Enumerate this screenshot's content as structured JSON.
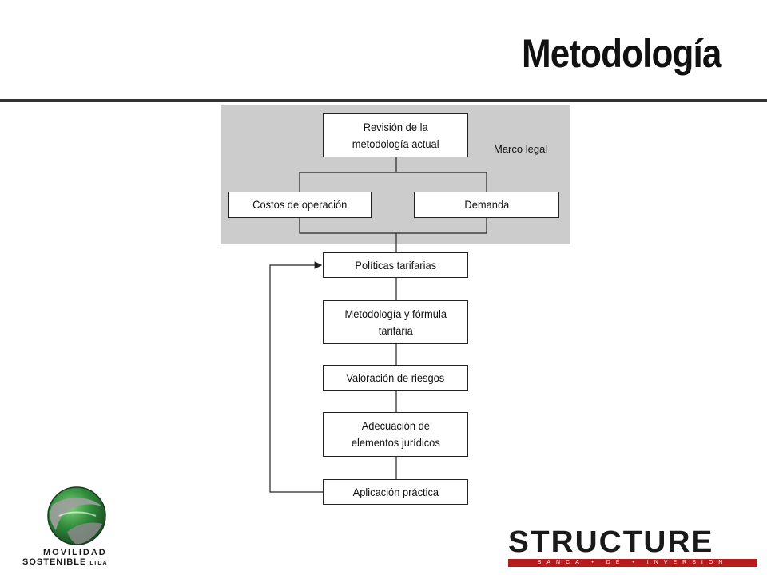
{
  "slide": {
    "title": "Metodología"
  },
  "panel": {
    "label": "Marco legal"
  },
  "nodes": {
    "revision": [
      "Revisión de la",
      "metodología actual"
    ],
    "costos": "Costos de operación",
    "demanda": "Demanda",
    "politicas": "Políticas tarifarias",
    "metodologia": [
      "Metodología y fórmula",
      "tarifaria"
    ],
    "valoracion": "Valoración de riesgos",
    "adecuacion": [
      "Adecuación de",
      "elementos jurídicos"
    ],
    "aplicacion": "Aplicación práctica"
  },
  "logos": {
    "left": {
      "line1": "MOVILIDAD",
      "line2": "SOSTENIBLE",
      "suffix": "LTDA"
    },
    "right": {
      "word": "STRUCTURE",
      "tagline": "BANCA • DE • INVERSION",
      "accent": "#b71c1c"
    }
  },
  "colors": {
    "panel": "#cccccc",
    "rule": "#333333"
  }
}
